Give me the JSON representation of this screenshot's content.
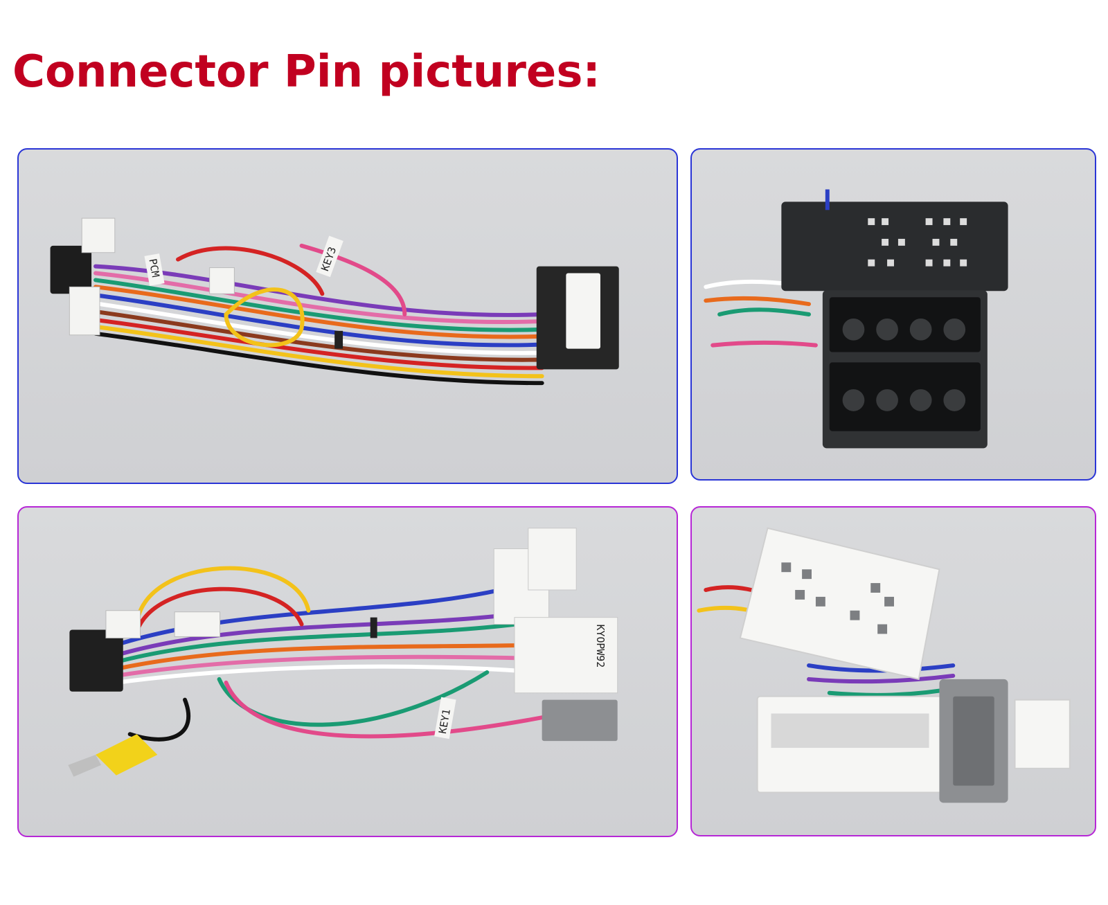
{
  "page": {
    "title": "Connector Pin pictures:"
  },
  "colors": {
    "title": "#c10020",
    "frame_top": "#2a35d6",
    "frame_bottom": "#b627d6"
  },
  "photos": [
    {
      "name": "harness-overview-top",
      "labels": [
        "KEY3",
        "PCM"
      ]
    },
    {
      "name": "iso-connector-closeup",
      "labels": []
    },
    {
      "name": "harness-overview-bottom",
      "labels": [
        "KEY1",
        "KYOPW92"
      ]
    },
    {
      "name": "oem-connectors-closeup",
      "labels": []
    }
  ]
}
